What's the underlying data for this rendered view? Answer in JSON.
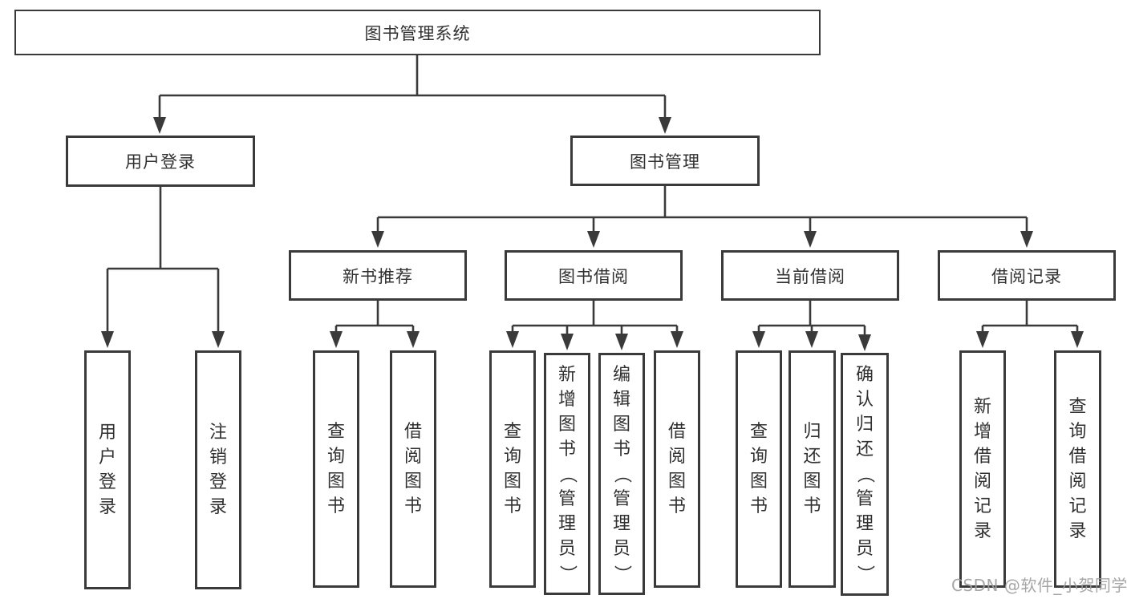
{
  "tree": {
    "root": {
      "label": "图书管理系统"
    },
    "user_login": {
      "label": "用户登录",
      "children": [
        {
          "label": "用户登录"
        },
        {
          "label": "注销登录"
        }
      ]
    },
    "book_mgmt": {
      "label": "图书管理",
      "children": [
        {
          "label": "新书推荐",
          "children": [
            {
              "label": "查询图书"
            },
            {
              "label": "借阅图书"
            }
          ]
        },
        {
          "label": "图书借阅",
          "children": [
            {
              "label": "查询图书"
            },
            {
              "label": "新增图书（管理员）"
            },
            {
              "label": "编辑图书（管理员）"
            },
            {
              "label": "借阅图书"
            }
          ]
        },
        {
          "label": "当前借阅",
          "children": [
            {
              "label": "查询图书"
            },
            {
              "label": "归还图书"
            },
            {
              "label": "确认归还（管理员）"
            }
          ]
        },
        {
          "label": "借阅记录",
          "children": [
            {
              "label": "新增借阅记录"
            },
            {
              "label": "查询借阅记录"
            }
          ]
        }
      ]
    }
  },
  "watermark": "CSDN @软件_小贺同学",
  "colors": {
    "line": "#3a3a3a",
    "text": "#303030",
    "background": "#ffffff",
    "watermark": "#9e9e9e"
  }
}
